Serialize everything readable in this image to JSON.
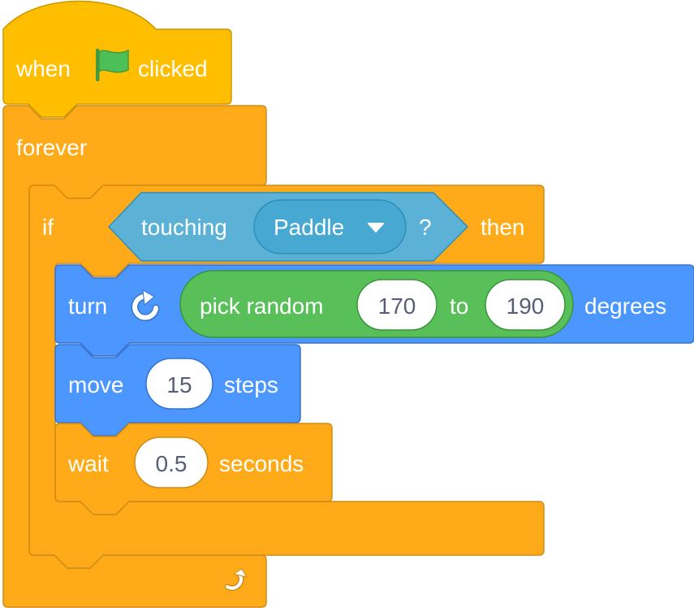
{
  "colors": {
    "events": "#ffbf00",
    "events_border": "#cc9900",
    "control": "#ffab19",
    "control_border": "#cf8b17",
    "sensing": "#5cb1d6",
    "sensing_dark": "#47a8d1",
    "sensing_border": "#2e8eb8",
    "motion": "#4c97ff",
    "motion_border": "#3373cc",
    "operators": "#59c059",
    "operators_border": "#389438",
    "input_bg": "#ffffff",
    "input_text": "#575e75",
    "flag_green": "#4cbf56"
  },
  "script": {
    "hat": {
      "when": "when",
      "icon": "green-flag-icon",
      "clicked": "clicked"
    },
    "forever": {
      "label": "forever",
      "loop_icon": "loop-arrow-icon"
    },
    "if_block": {
      "if": "if",
      "then": "then",
      "condition": {
        "label": "touching",
        "menu_value": "Paddle",
        "menu_icon": "dropdown-arrow-icon",
        "suffix": "?"
      }
    },
    "turn_block": {
      "label": "turn",
      "icon": "rotate-right-icon",
      "suffix": "degrees",
      "pick_random": {
        "label": "pick random",
        "from": "170",
        "to_label": "to",
        "to": "190"
      }
    },
    "move_block": {
      "label": "move",
      "value": "15",
      "suffix": "steps"
    },
    "wait_block": {
      "label": "wait",
      "value": "0.5",
      "suffix": "seconds"
    }
  }
}
